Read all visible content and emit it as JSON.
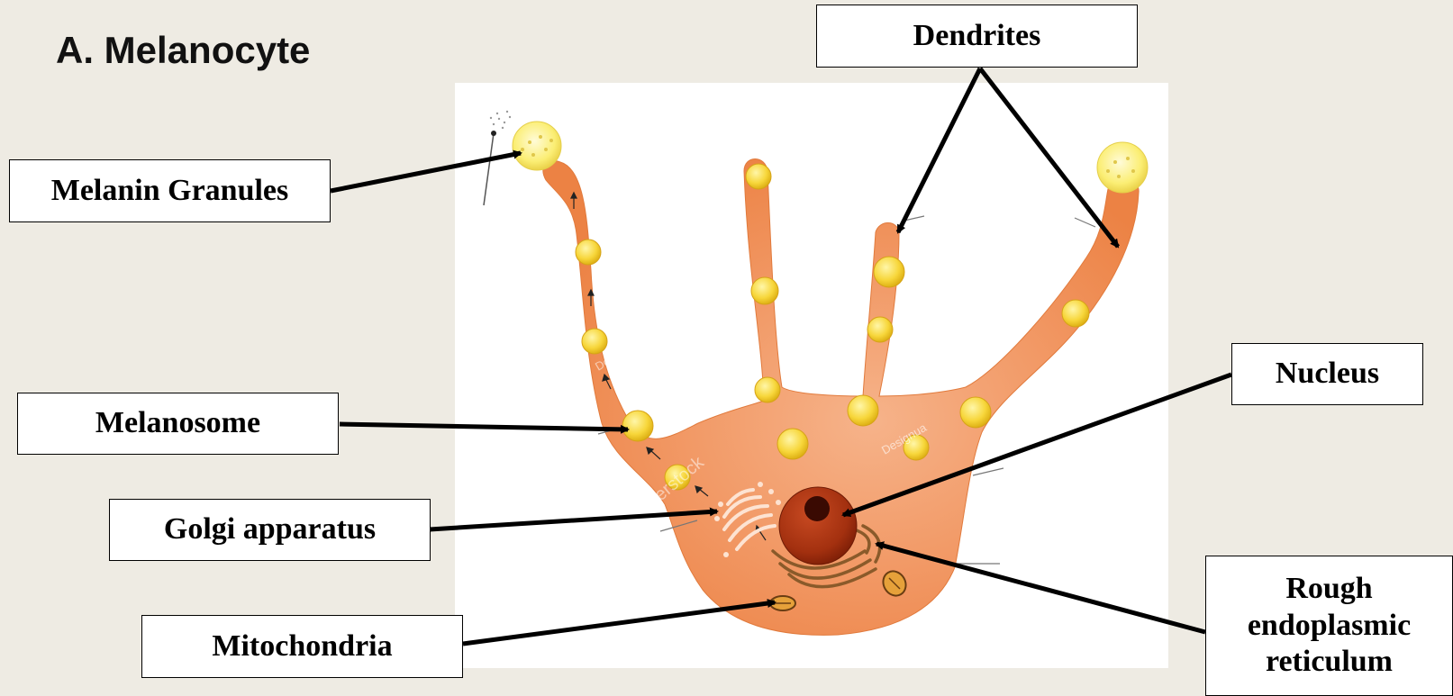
{
  "slide": {
    "title": "A. Melanocyte"
  },
  "labels": {
    "dendrites": "Dendrites",
    "melanin_granules": "Melanin Granules",
    "melanosome": "Melanosome",
    "golgi": "Golgi apparatus",
    "mitochondria": "Mitochondria",
    "nucleus": "Nucleus",
    "rer_line1": "Rough",
    "rer_line2": "endoplasmic",
    "rer_line3": "reticulum"
  },
  "watermarks": {
    "designua": "Designua",
    "shutterstock": "shutterstock"
  },
  "colors": {
    "cell": "#ef8a4e",
    "melanosome": "#f3c826",
    "nucleus": "#a8310f",
    "background": "#eeebe3"
  }
}
